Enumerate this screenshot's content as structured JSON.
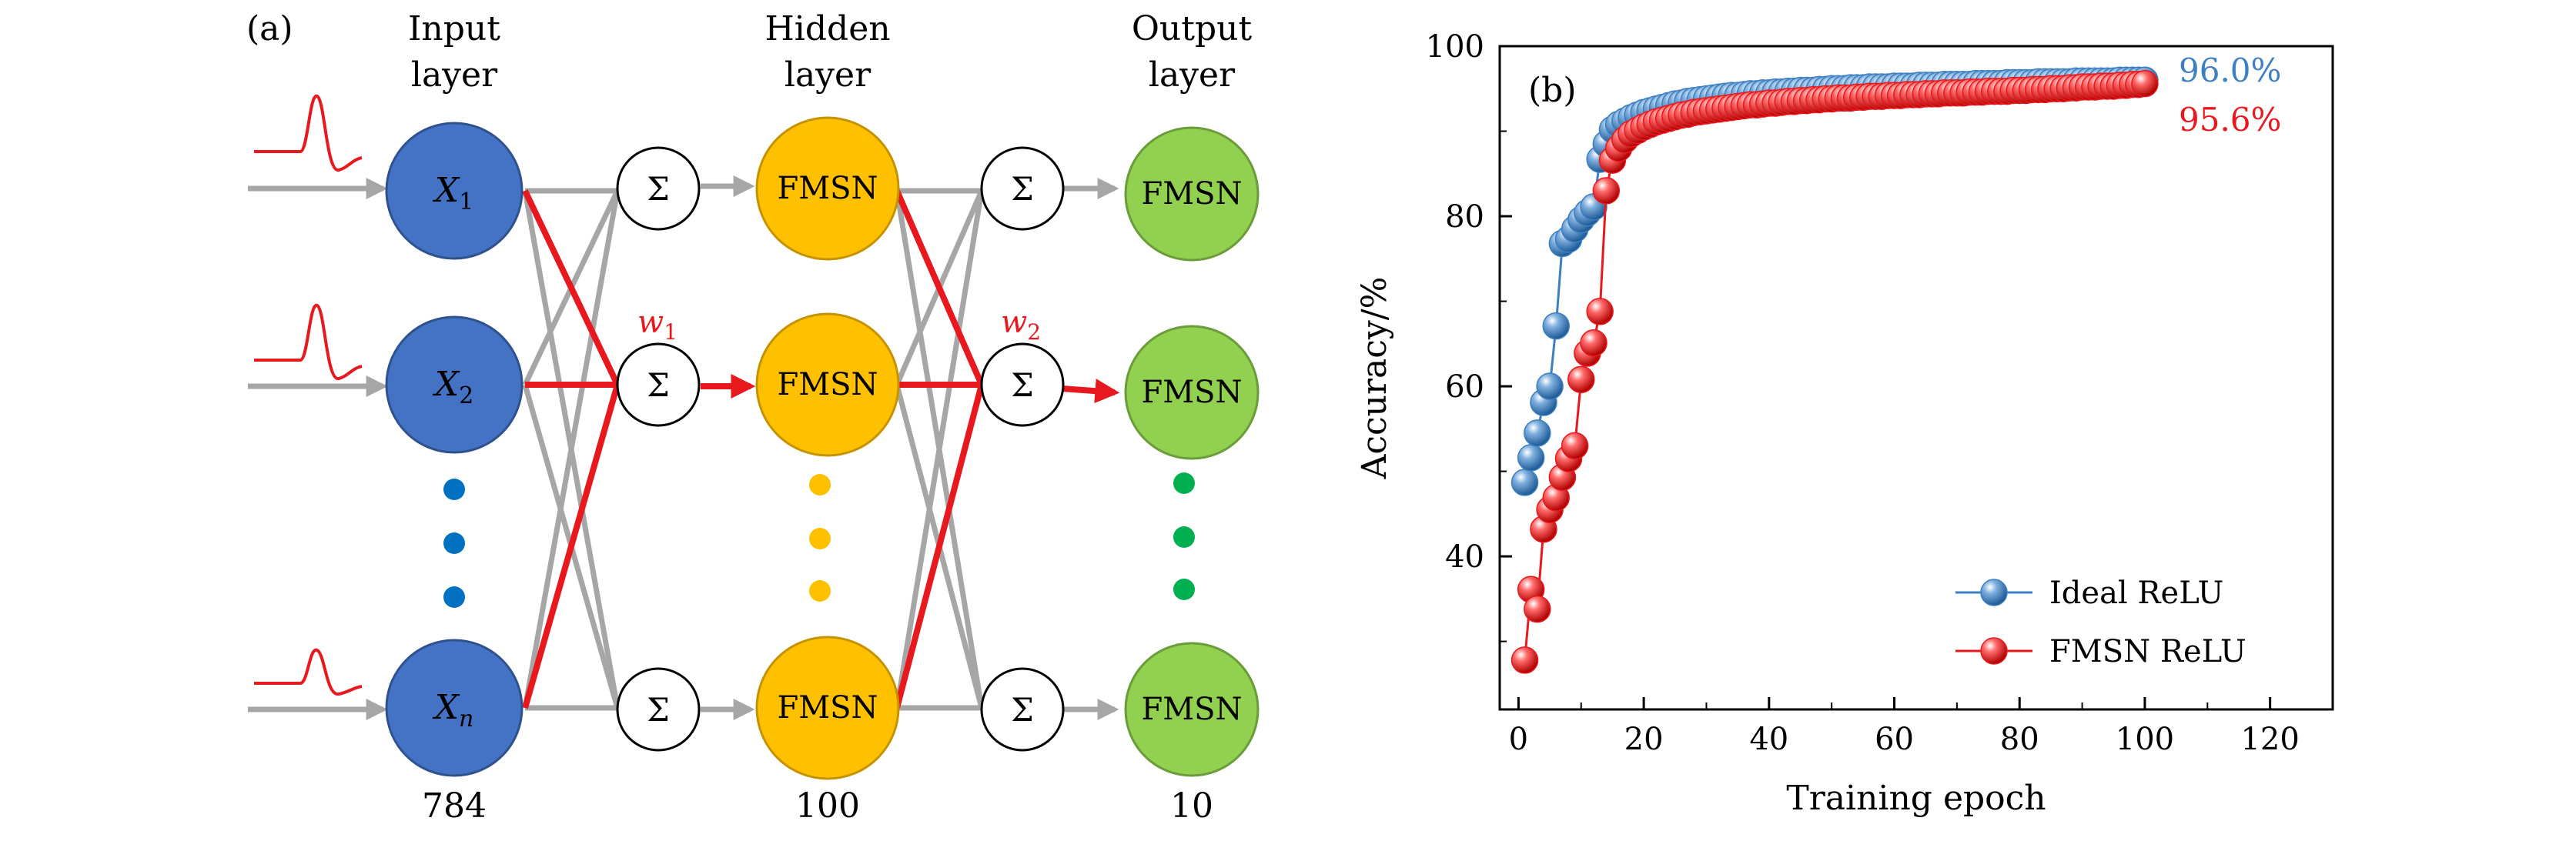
{
  "panel_a": {
    "label": "(a)",
    "layers": {
      "input": {
        "title_line1": "Input",
        "title_line2": "layer",
        "count": "784"
      },
      "hidden": {
        "title_line1": "Hidden",
        "title_line2": "layer",
        "count": "100"
      },
      "output": {
        "title_line1": "Output",
        "title_line2": "layer",
        "count": "10"
      }
    },
    "input_nodes": [
      {
        "base": "X",
        "sub": "1"
      },
      {
        "base": "X",
        "sub": "2"
      },
      {
        "base": "X",
        "sub": "n"
      }
    ],
    "neuron_label": "FMSN",
    "sum_symbol": "Σ",
    "weights": [
      {
        "base": "w",
        "sub": "1"
      },
      {
        "base": "w",
        "sub": "2"
      }
    ],
    "colors": {
      "input_node": "#4472c4",
      "hidden_node": "#ffc000",
      "output_node": "#92d050",
      "highlight": "#e8191e",
      "connection": "#a6a6a6",
      "input_dots": "#0070c0",
      "hidden_dots": "#ffc000",
      "output_dots": "#00b050"
    }
  },
  "chart_data": {
    "type": "scatter",
    "panel_label": "(b)",
    "xlabel": "Training epoch",
    "ylabel": "Accuracy/%",
    "xlim": [
      -3,
      130
    ],
    "ylim": [
      22,
      100
    ],
    "xticks": [
      0,
      20,
      40,
      60,
      80,
      100,
      120
    ],
    "yticks": [
      40,
      60,
      80,
      100
    ],
    "grid": false,
    "legend_position": "bottom-right",
    "series": [
      {
        "name": "Ideal ReLU",
        "color": "#3d7fc0",
        "final_label": "96.0%",
        "x": [
          1,
          2,
          3,
          4,
          5,
          6,
          7,
          8,
          9,
          10,
          11,
          12,
          13,
          14,
          15,
          16,
          17,
          18,
          19,
          20,
          21,
          22,
          23,
          24,
          25,
          26,
          27,
          28,
          29,
          30,
          31,
          32,
          33,
          34,
          35,
          36,
          37,
          38,
          39,
          40,
          41,
          42,
          43,
          44,
          45,
          46,
          47,
          48,
          49,
          50,
          51,
          52,
          53,
          54,
          55,
          56,
          57,
          58,
          59,
          60,
          61,
          62,
          63,
          64,
          65,
          66,
          67,
          68,
          69,
          70,
          71,
          72,
          73,
          74,
          75,
          76,
          77,
          78,
          79,
          80,
          81,
          82,
          83,
          84,
          85,
          86,
          87,
          88,
          89,
          90,
          91,
          92,
          93,
          94,
          95,
          96,
          97,
          98,
          99,
          100
        ],
        "y": [
          48.7,
          51.6,
          54.5,
          58.1,
          60.0,
          67.1,
          76.8,
          77.3,
          78.5,
          79.6,
          80.4,
          81.1,
          86.7,
          88.5,
          90.2,
          90.8,
          91.2,
          91.6,
          91.9,
          92.2,
          92.4,
          92.6,
          92.8,
          93.0,
          93.2,
          93.3,
          93.5,
          93.6,
          93.7,
          93.8,
          93.9,
          94.0,
          94.1,
          94.2,
          94.2,
          94.3,
          94.4,
          94.4,
          94.5,
          94.5,
          94.6,
          94.6,
          94.7,
          94.7,
          94.8,
          94.8,
          94.8,
          94.9,
          94.9,
          95.0,
          95.0,
          95.0,
          95.1,
          95.1,
          95.1,
          95.2,
          95.2,
          95.2,
          95.2,
          95.3,
          95.3,
          95.3,
          95.3,
          95.4,
          95.4,
          95.4,
          95.4,
          95.5,
          95.5,
          95.5,
          95.5,
          95.5,
          95.6,
          95.6,
          95.6,
          95.6,
          95.6,
          95.7,
          95.7,
          95.7,
          95.7,
          95.7,
          95.8,
          95.8,
          95.8,
          95.8,
          95.8,
          95.8,
          95.9,
          95.9,
          95.9,
          95.9,
          95.9,
          95.9,
          95.9,
          96.0,
          96.0,
          96.0,
          96.0,
          96.0
        ]
      },
      {
        "name": "FMSN ReLU",
        "color": "#e8191e",
        "final_label": "95.6%",
        "x": [
          1,
          2,
          3,
          4,
          5,
          6,
          7,
          8,
          9,
          10,
          11,
          12,
          13,
          14,
          15,
          16,
          17,
          18,
          19,
          20,
          21,
          22,
          23,
          24,
          25,
          26,
          27,
          28,
          29,
          30,
          31,
          32,
          33,
          34,
          35,
          36,
          37,
          38,
          39,
          40,
          41,
          42,
          43,
          44,
          45,
          46,
          47,
          48,
          49,
          50,
          51,
          52,
          53,
          54,
          55,
          56,
          57,
          58,
          59,
          60,
          61,
          62,
          63,
          64,
          65,
          66,
          67,
          68,
          69,
          70,
          71,
          72,
          73,
          74,
          75,
          76,
          77,
          78,
          79,
          80,
          81,
          82,
          83,
          84,
          85,
          86,
          87,
          88,
          89,
          90,
          91,
          92,
          93,
          94,
          95,
          96,
          97,
          98,
          99,
          100
        ],
        "y": [
          27.8,
          36.1,
          33.8,
          43.2,
          45.5,
          46.9,
          49.3,
          51.5,
          53.0,
          60.8,
          63.9,
          65.1,
          68.8,
          83.0,
          86.6,
          88.0,
          89.0,
          89.7,
          90.1,
          90.5,
          90.8,
          91.1,
          91.3,
          91.5,
          91.7,
          91.9,
          92.0,
          92.2,
          92.3,
          92.4,
          92.5,
          92.6,
          92.7,
          92.8,
          92.9,
          93.0,
          93.1,
          93.1,
          93.2,
          93.3,
          93.3,
          93.4,
          93.5,
          93.5,
          93.6,
          93.6,
          93.7,
          93.7,
          93.8,
          93.8,
          93.9,
          93.9,
          93.9,
          94.0,
          94.0,
          94.1,
          94.1,
          94.1,
          94.2,
          94.2,
          94.2,
          94.3,
          94.3,
          94.3,
          94.4,
          94.4,
          94.4,
          94.5,
          94.5,
          94.5,
          94.5,
          94.6,
          94.6,
          94.6,
          94.7,
          94.7,
          94.7,
          94.7,
          94.8,
          94.8,
          94.8,
          94.9,
          94.9,
          94.9,
          95.0,
          95.0,
          95.0,
          95.1,
          95.1,
          95.2,
          95.2,
          95.2,
          95.3,
          95.3,
          95.3,
          95.4,
          95.4,
          95.5,
          95.5,
          95.6
        ]
      }
    ]
  }
}
